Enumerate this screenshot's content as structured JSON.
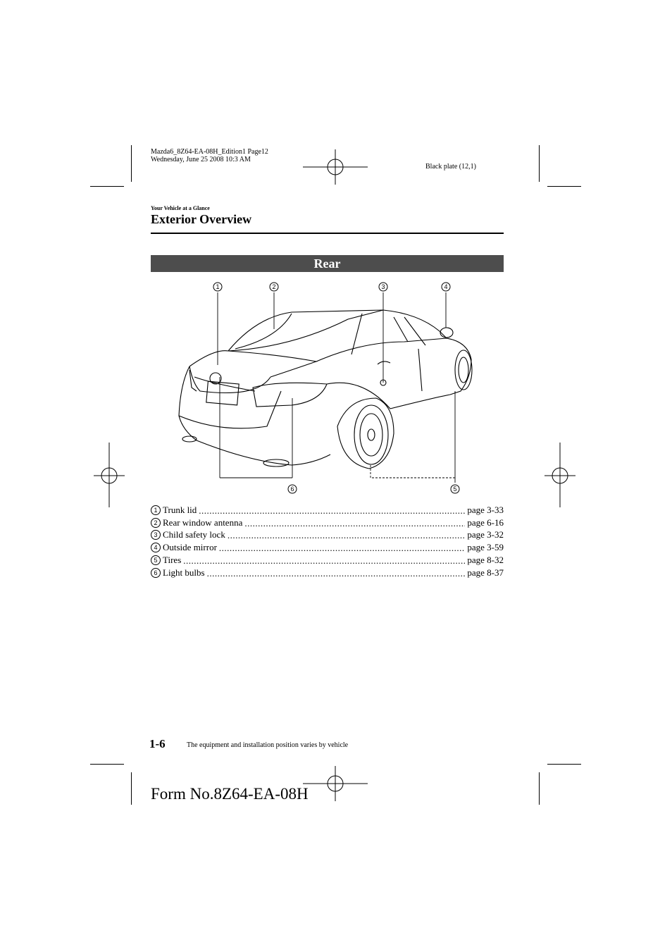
{
  "print_meta": {
    "line1": "Mazda6_8Z64-EA-08H_Edition1 Page12",
    "line2": "Wednesday, June 25 2008 10:3 AM",
    "plate": "Black plate (12,1)"
  },
  "section_label": "Your Vehicle at a Glance",
  "page_title": "Exterior Overview",
  "banner": "Rear",
  "callouts": [
    "1",
    "2",
    "3",
    "4",
    "5",
    "6"
  ],
  "legend": [
    {
      "num": "1",
      "label": "Trunk lid",
      "page": "page 3-33"
    },
    {
      "num": "2",
      "label": "Rear window antenna",
      "page": "page 6-16"
    },
    {
      "num": "3",
      "label": "Child safety lock",
      "page": "page 3-32"
    },
    {
      "num": "4",
      "label": "Outside mirror",
      "page": "page 3-59"
    },
    {
      "num": "5",
      "label": "Tires",
      "page": "page 8-32"
    },
    {
      "num": "6",
      "label": "Light bulbs",
      "page": "page 8-37"
    }
  ],
  "footer": {
    "page_number": "1-6",
    "note": "The equipment and installation position varies by vehicle",
    "form_number": "Form No.8Z64-EA-08H"
  }
}
